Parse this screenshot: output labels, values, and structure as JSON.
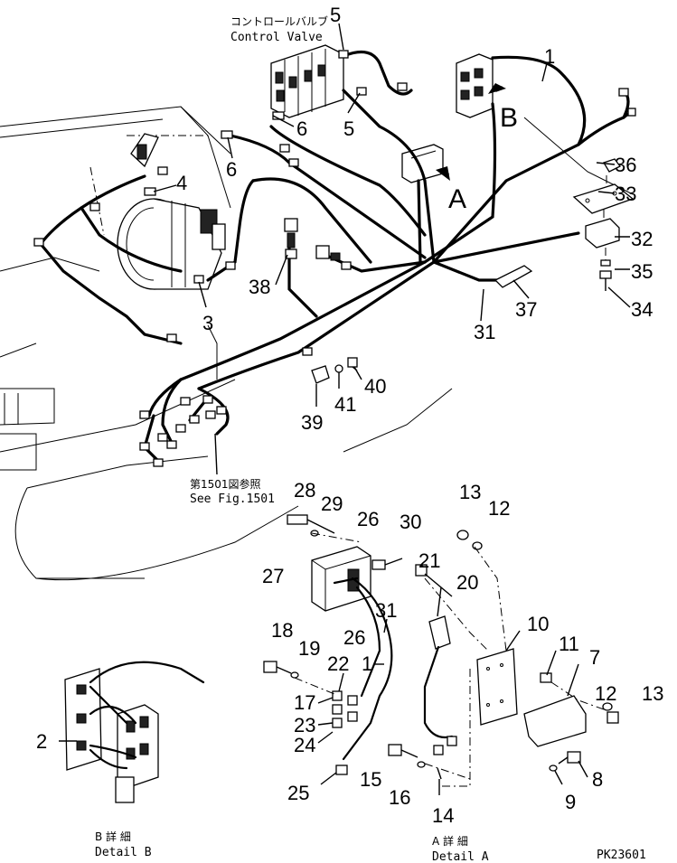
{
  "labels": {
    "control_valve_jp": "コントロールバルブ",
    "control_valve_en": "Control Valve",
    "see_fig_jp": "第1501図参照",
    "see_fig_en": "See Fig.1501",
    "detail_a_jp": "A 詳 細",
    "detail_a_en": "Detail A",
    "detail_b_jp": "B 詳 細",
    "detail_b_en": "Detail B",
    "view_a": "A",
    "view_b": "B",
    "figure_code": "PK23601"
  },
  "callouts": {
    "c1": "1",
    "c1b": "1",
    "c2": "2",
    "c3": "3",
    "c4": "4",
    "c5a": "5",
    "c5b": "5",
    "c6a": "6",
    "c6b": "6",
    "c7": "7",
    "c8": "8",
    "c9": "9",
    "c10": "10",
    "c11": "11",
    "c12a": "12",
    "c12b": "12",
    "c13a": "13",
    "c13b": "13",
    "c14": "14",
    "c15": "15",
    "c16": "16",
    "c17": "17",
    "c18": "18",
    "c19": "19",
    "c20": "20",
    "c21": "21",
    "c22": "22",
    "c23": "23",
    "c24": "24",
    "c25": "25",
    "c26a": "26",
    "c26b": "26",
    "c27": "27",
    "c28": "28",
    "c29": "29",
    "c30": "30",
    "c31a": "31",
    "c31b": "31",
    "c32": "32",
    "c33": "33",
    "c34": "34",
    "c35": "35",
    "c36": "36",
    "c37": "37",
    "c38": "38",
    "c39": "39",
    "c40": "40",
    "c41": "41"
  },
  "colors": {
    "ink": "#000000",
    "paper": "#ffffff"
  }
}
